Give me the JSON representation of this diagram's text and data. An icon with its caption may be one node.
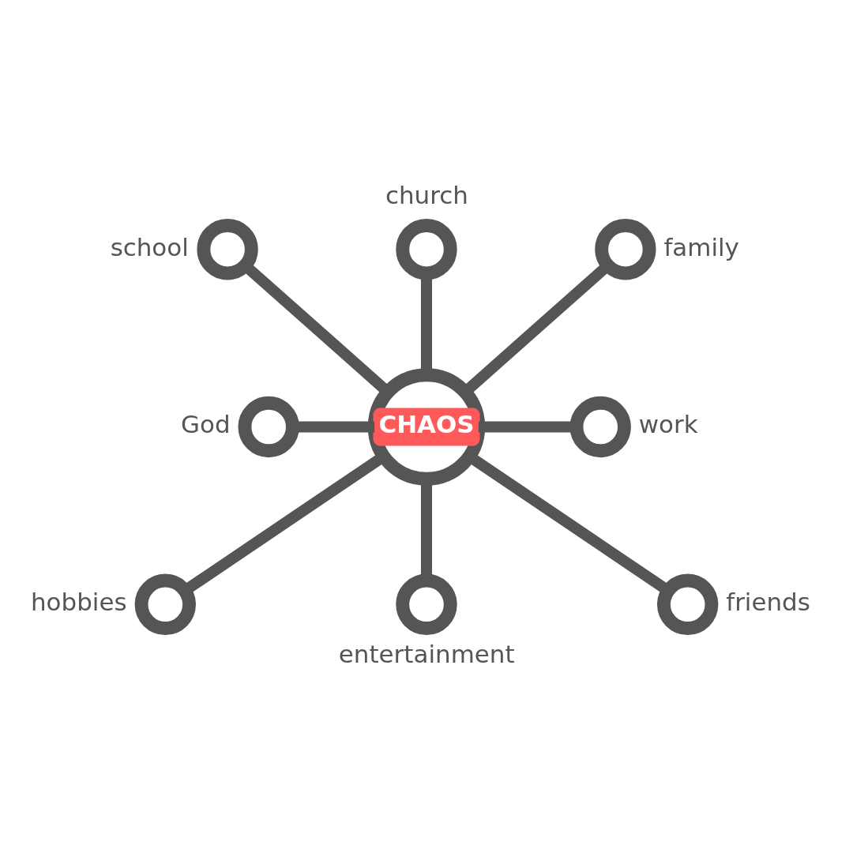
{
  "diagram": {
    "nodes": [
      {
        "text": [
          "church"
        ]
      },
      {
        "text": [
          "school"
        ]
      },
      {
        "text": [
          "family"
        ]
      },
      {
        "text": [
          "God"
        ]
      },
      {
        "text": [
          "CHAOS"
        ]
      },
      {
        "text": [
          "work"
        ]
      },
      {
        "text": [
          "hobbies"
        ]
      },
      {
        "text": [
          "friends"
        ]
      },
      {
        "text": [
          "entertainment"
        ]
      }
    ],
    "edges": [
      {
        "from": 0,
        "to": 4,
        "arrow": "none"
      },
      {
        "from": 2,
        "to": 4,
        "arrow": "none"
      },
      {
        "from": 4,
        "to": 5,
        "arrow": "none"
      },
      {
        "from": 4,
        "to": 7,
        "arrow": "none"
      },
      {
        "from": 4,
        "to": 8,
        "arrow": "none"
      },
      {
        "from": 4,
        "to": 6,
        "arrow": "none"
      },
      {
        "from": 3,
        "to": 4,
        "arrow": "none"
      },
      {
        "from": 1,
        "to": 4,
        "arrow": "none"
      }
    ]
  }
}
